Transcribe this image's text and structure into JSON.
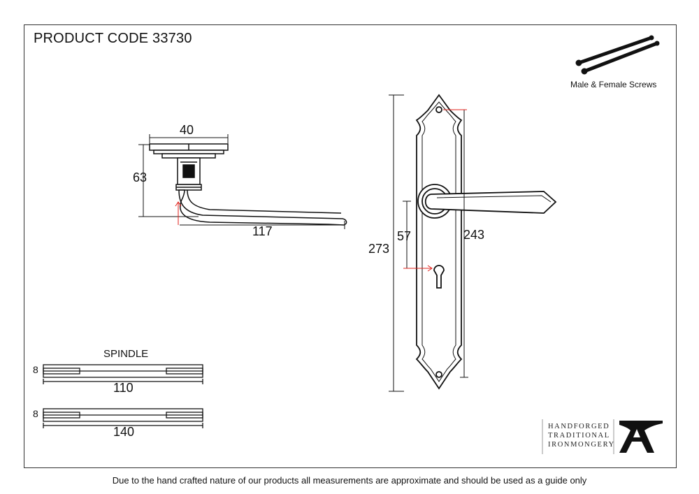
{
  "title": "PRODUCT CODE 33730",
  "screws_label": "Male & Female Screws",
  "spindle_label": "SPINDLE",
  "dimensions": {
    "rose_width": "40",
    "lever_height": "63",
    "lever_length": "117",
    "plate_height": "273",
    "fixing_centres": "243",
    "keyhole_centres": "57",
    "spindle_1_size": "8",
    "spindle_1_length": "110",
    "spindle_2_size": "8",
    "spindle_2_length": "140"
  },
  "logo": {
    "line1": "HANDFORGED",
    "line2": "TRADITIONAL",
    "line3": "IRONMONGERY",
    "icon": "anvil-icon"
  },
  "footer": "Due to the hand crafted nature of our products all measurements are approximate and should be used as a guide only",
  "colors": {
    "line": "#111111",
    "marker": "#e0201b",
    "frame": "#333333"
  }
}
